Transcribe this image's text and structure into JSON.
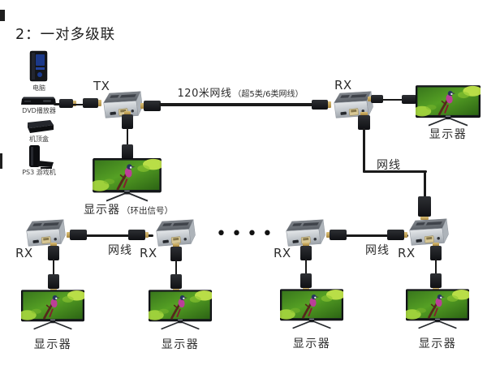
{
  "title": "2：一对多级联",
  "legend": {
    "tx": "TX",
    "rx": "RX"
  },
  "sources": [
    {
      "name": "computer",
      "label": "电脑"
    },
    {
      "name": "dvd-player",
      "label": "DVD播放器"
    },
    {
      "name": "set-top-box",
      "label": "机顶盒"
    },
    {
      "name": "ps3-console",
      "label": "PS3 游戏机"
    }
  ],
  "cables": {
    "main_label": "120米网线",
    "main_label_note": "（超5类/6类网线）",
    "drop_label": "网线",
    "row_label_1": "网线",
    "row_label_2": "网线"
  },
  "monitors": {
    "top_right": "显示器",
    "loop_out_main": "显示器",
    "loop_out_note": "（环出信号）",
    "bottom": [
      "显示器",
      "显示器",
      "显示器",
      "显示器"
    ]
  },
  "bottom_rx": [
    "RX",
    "RX",
    "RX",
    "RX"
  ],
  "ellipsis": "••••",
  "colors": {
    "cable": "#1a1a1a",
    "text": "#2b2b2b",
    "plug_gold": "#c9a552",
    "extender_silver": "#c3c8cd",
    "screen_green": "#55a024",
    "bird_pink": "#bb3f98"
  }
}
